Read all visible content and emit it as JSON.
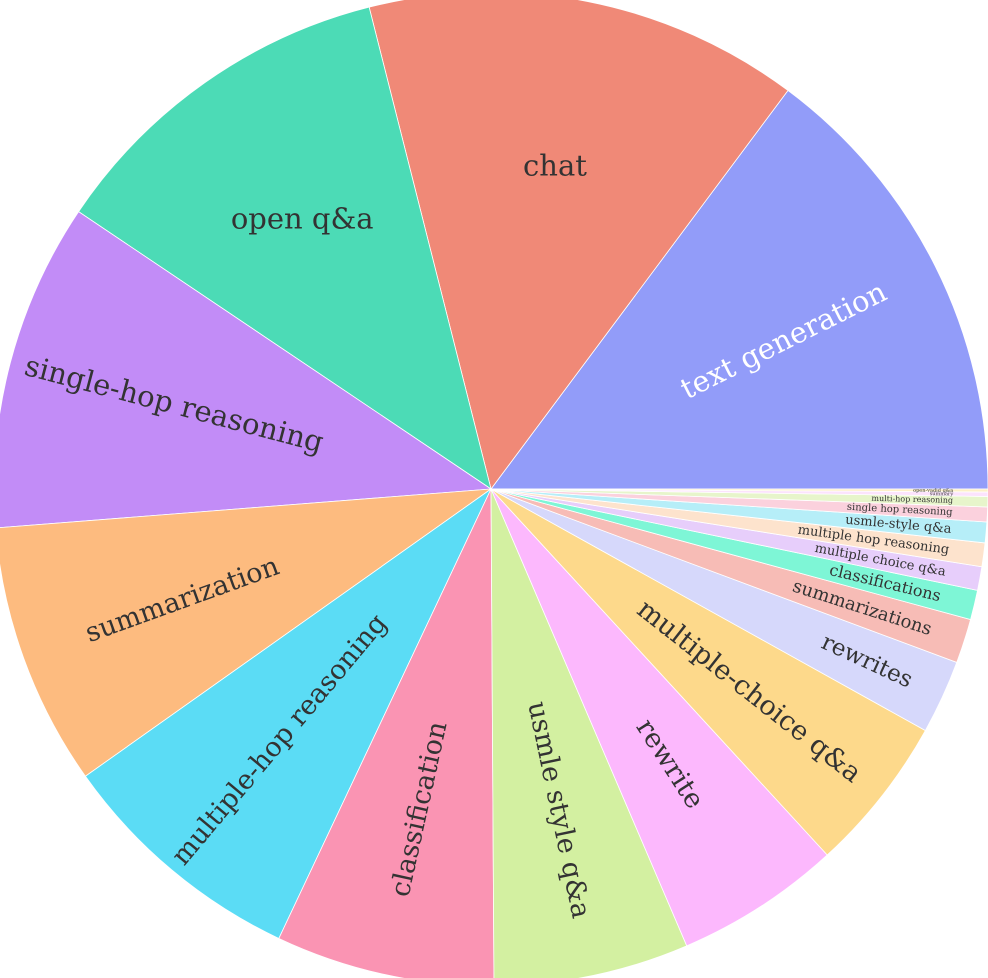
{
  "chart_data": {
    "type": "pie",
    "title": "",
    "start_angle_deg": 0,
    "direction": "counterclockwise",
    "legend": "none",
    "slices": [
      {
        "label": "text generation",
        "value": 15.4,
        "color": "#929cf9",
        "label_color": "#ffffff"
      },
      {
        "label": "chat",
        "value": 14.7,
        "color": "#f08977",
        "label_color": "#333333"
      },
      {
        "label": "open q&a",
        "value": 12.1,
        "color": "#4cdbb6",
        "label_color": "#333333"
      },
      {
        "label": "single-hop reasoning",
        "value": 11.1,
        "color": "#c28cf7",
        "label_color": "#333333"
      },
      {
        "label": "summarization",
        "value": 8.9,
        "color": "#fdbb7f",
        "label_color": "#333333"
      },
      {
        "label": "multiple-hop reasoning",
        "value": 8.5,
        "color": "#5bdcf5",
        "label_color": "#333333"
      },
      {
        "label": "classification",
        "value": 7.4,
        "color": "#fa94b3",
        "label_color": "#333333"
      },
      {
        "label": "usmle style q&a",
        "value": 6.6,
        "color": "#d3f0a1",
        "label_color": "#333333"
      },
      {
        "label": "rewrite",
        "value": 5.6,
        "color": "#fcb8fd",
        "label_color": "#333333"
      },
      {
        "label": "multiple-choice q&a",
        "value": 5.3,
        "color": "#fdd98b",
        "label_color": "#333333"
      },
      {
        "label": "rewrites",
        "value": 2.5,
        "color": "#d6d8fb",
        "label_color": "#333333"
      },
      {
        "label": "summarizations",
        "value": 1.5,
        "color": "#f7bcb6",
        "label_color": "#333333"
      },
      {
        "label": "classifications",
        "value": 1.0,
        "color": "#7ef6d6",
        "label_color": "#333333"
      },
      {
        "label": "multiple choice q&a",
        "value": 0.8,
        "color": "#e7cefb",
        "label_color": "#333333"
      },
      {
        "label": "multiple hop reasoning",
        "value": 0.8,
        "color": "#fde3cd",
        "label_color": "#333333"
      },
      {
        "label": "usmle-style q&a",
        "value": 0.7,
        "color": "#b6eef8",
        "label_color": "#333333"
      },
      {
        "label": "single hop reasoning",
        "value": 0.5,
        "color": "#fbd1dd",
        "label_color": "#333333"
      },
      {
        "label": "multi-hop reasoning",
        "value": 0.35,
        "color": "#e7f5cb",
        "label_color": "#333333"
      },
      {
        "label": "summary",
        "value": 0.15,
        "color": "#fce3fd",
        "label_color": "#333333"
      },
      {
        "label": "open-vadid q&a",
        "value": 0.1,
        "color": "#fdf0c8",
        "label_color": "#333333"
      }
    ]
  }
}
